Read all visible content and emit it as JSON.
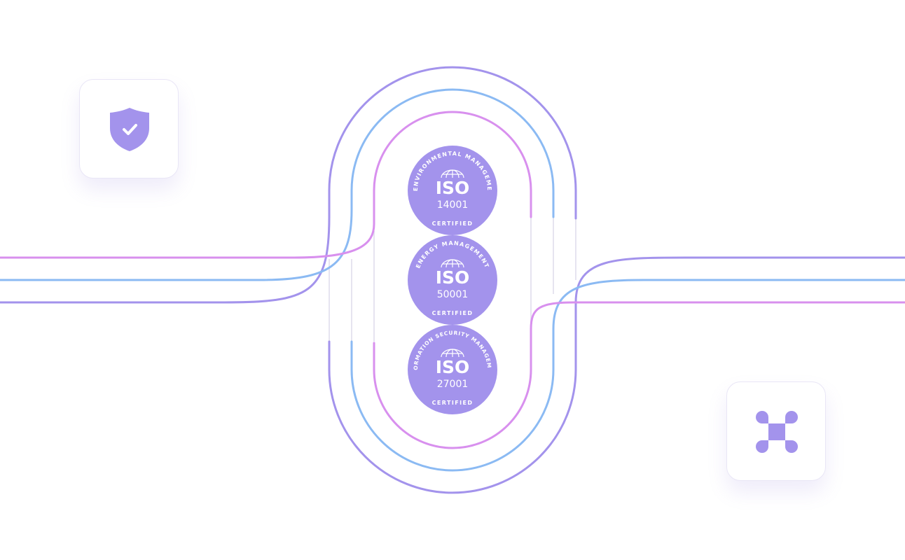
{
  "colors": {
    "purple": "#a393ec",
    "blue": "#8bbaf3",
    "pink": "#d890ee",
    "badge": "#a393ec",
    "tile_border": "#e9e6f6",
    "guide": "#e6e4f0"
  },
  "badges": [
    {
      "ring_text": "ENVIRONMENTAL MANAGEME",
      "brand": "ISO",
      "number": "14001",
      "bottom_text": "CERTIFIED"
    },
    {
      "ring_text": "ENERGY MANAGEMENT",
      "brand": "ISO",
      "number": "50001",
      "bottom_text": "CERTIFIED"
    },
    {
      "ring_text": "INFORMATION SECURITY MANAGEMENT",
      "brand": "ISO",
      "number": "27001",
      "bottom_text": "CERTIFIED"
    }
  ],
  "tiles": [
    {
      "name": "shield-check-tile",
      "icon": "shield-check-icon"
    },
    {
      "name": "command-tile",
      "icon": "command-key-icon"
    }
  ]
}
